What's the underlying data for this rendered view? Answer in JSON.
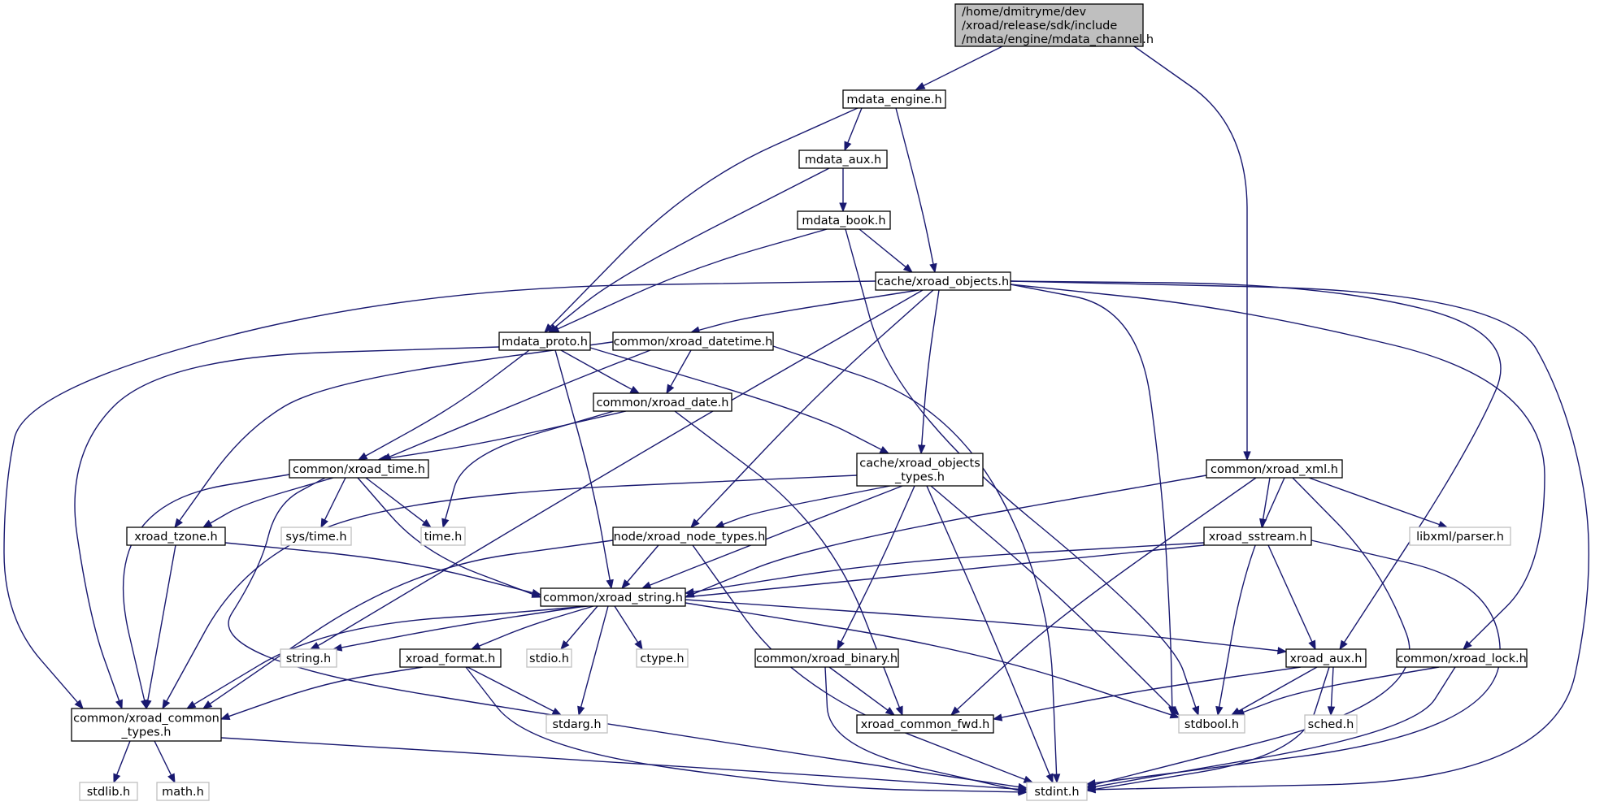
{
  "diagram": {
    "type": "include-dependency-graph",
    "colors": {
      "edge": "#191970",
      "root_fill": "#bfbfbf",
      "node_fill": "#ffffff",
      "node_border": "#000000",
      "external_border": "#bfbfbf"
    },
    "nodes": [
      {
        "id": "root",
        "kind": "root",
        "lines": [
          "/home/dmitryme/dev",
          "/xroad/release/sdk/include",
          "/mdata/engine/mdata_channel.h"
        ]
      },
      {
        "id": "mdata_engine",
        "kind": "file",
        "lines": [
          "mdata_engine.h"
        ]
      },
      {
        "id": "mdata_aux",
        "kind": "file",
        "lines": [
          "mdata_aux.h"
        ]
      },
      {
        "id": "mdata_book",
        "kind": "file",
        "lines": [
          "mdata_book.h"
        ]
      },
      {
        "id": "xroad_objects",
        "kind": "file",
        "lines": [
          "cache/xroad_objects.h"
        ]
      },
      {
        "id": "mdata_proto",
        "kind": "file",
        "lines": [
          "mdata_proto.h"
        ]
      },
      {
        "id": "xroad_datetime",
        "kind": "file",
        "lines": [
          "common/xroad_datetime.h"
        ]
      },
      {
        "id": "xroad_date",
        "kind": "file",
        "lines": [
          "common/xroad_date.h"
        ]
      },
      {
        "id": "objects_types",
        "kind": "file",
        "lines": [
          "cache/xroad_objects",
          "_types.h"
        ]
      },
      {
        "id": "xroad_xml",
        "kind": "file",
        "lines": [
          "common/xroad_xml.h"
        ]
      },
      {
        "id": "xroad_time",
        "kind": "file",
        "lines": [
          "common/xroad_time.h"
        ]
      },
      {
        "id": "xroad_tzone",
        "kind": "file",
        "lines": [
          "xroad_tzone.h"
        ]
      },
      {
        "id": "sys_time",
        "kind": "external",
        "lines": [
          "sys/time.h"
        ]
      },
      {
        "id": "time_h",
        "kind": "external",
        "lines": [
          "time.h"
        ]
      },
      {
        "id": "node_types",
        "kind": "file",
        "lines": [
          "node/xroad_node_types.h"
        ]
      },
      {
        "id": "xroad_sstream",
        "kind": "file",
        "lines": [
          "xroad_sstream.h"
        ]
      },
      {
        "id": "libxml",
        "kind": "external",
        "lines": [
          "libxml/parser.h"
        ]
      },
      {
        "id": "xroad_string",
        "kind": "file",
        "lines": [
          "common/xroad_string.h"
        ]
      },
      {
        "id": "string_h",
        "kind": "external",
        "lines": [
          "string.h"
        ]
      },
      {
        "id": "xroad_format",
        "kind": "file",
        "lines": [
          "xroad_format.h"
        ]
      },
      {
        "id": "stdio_h",
        "kind": "external",
        "lines": [
          "stdio.h"
        ]
      },
      {
        "id": "ctype_h",
        "kind": "external",
        "lines": [
          "ctype.h"
        ]
      },
      {
        "id": "xroad_binary",
        "kind": "file",
        "lines": [
          "common/xroad_binary.h"
        ]
      },
      {
        "id": "xroad_aux",
        "kind": "file",
        "lines": [
          "xroad_aux.h"
        ]
      },
      {
        "id": "xroad_lock",
        "kind": "file",
        "lines": [
          "common/xroad_lock.h"
        ]
      },
      {
        "id": "common_types",
        "kind": "file",
        "lines": [
          "common/xroad_common",
          "_types.h"
        ]
      },
      {
        "id": "stdarg_h",
        "kind": "external",
        "lines": [
          "stdarg.h"
        ]
      },
      {
        "id": "common_fwd",
        "kind": "file",
        "lines": [
          "xroad_common_fwd.h"
        ]
      },
      {
        "id": "stdbool_h",
        "kind": "external",
        "lines": [
          "stdbool.h"
        ]
      },
      {
        "id": "sched_h",
        "kind": "external",
        "lines": [
          "sched.h"
        ]
      },
      {
        "id": "stdlib_h",
        "kind": "external",
        "lines": [
          "stdlib.h"
        ]
      },
      {
        "id": "math_h",
        "kind": "external",
        "lines": [
          "math.h"
        ]
      },
      {
        "id": "stdint_h",
        "kind": "external",
        "lines": [
          "stdint.h"
        ]
      }
    ]
  }
}
